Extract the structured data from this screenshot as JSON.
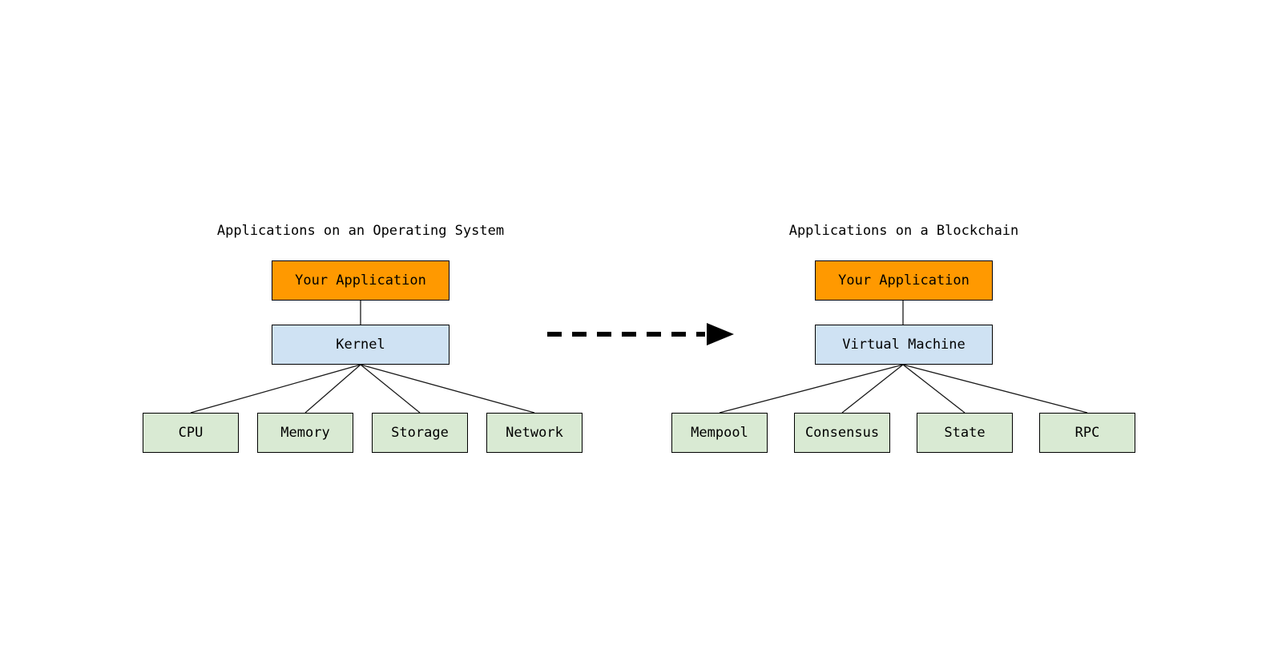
{
  "diagrams": [
    {
      "title": "Applications on an Operating System",
      "top_node": "Your Application",
      "middle_node": "Kernel",
      "children": [
        "CPU",
        "Memory",
        "Storage",
        "Network"
      ]
    },
    {
      "title": "Applications on a Blockchain",
      "top_node": "Your Application",
      "middle_node": "Virtual Machine",
      "children": [
        "Mempool",
        "Consensus",
        "State",
        "RPC"
      ]
    }
  ],
  "colors": {
    "app_fill": "#ff9900",
    "kernel_fill": "#cfe2f3",
    "child_fill": "#d9ead3",
    "border": "#000000",
    "line": "#1a1a1a",
    "arrow": "#000000",
    "background": "#ffffff"
  }
}
